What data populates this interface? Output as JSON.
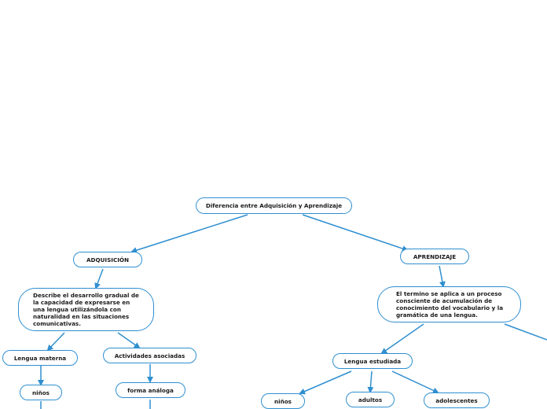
{
  "colors": {
    "line": "#2f8fd0",
    "border": "#2f8fd0",
    "text": "#1a1a1a"
  },
  "root": {
    "label": "Diferencia entre Adquisición y Aprendizaje"
  },
  "adquisicion": {
    "label": "ADQUISICIÓN",
    "description": "Describe el desarrollo gradual de la capacidad de expresarse en una lengua utilizándola con naturalidad en las situaciones comunicativas.",
    "lengua_materna": "Lengua materna",
    "ninos": "niños",
    "actividades": "Actividades asociadas",
    "forma": "forma análoga"
  },
  "aprendizaje": {
    "label": "APRENDIZAJE",
    "description": "El termino se aplica a un proceso consciente de acumulación de conocimiento del vocabulario y la gramática de una lengua.",
    "lengua_estudiada": "Lengua estudiada",
    "ninos": "niños",
    "adultos": "adultos",
    "adolescentes": "adolescentes"
  }
}
